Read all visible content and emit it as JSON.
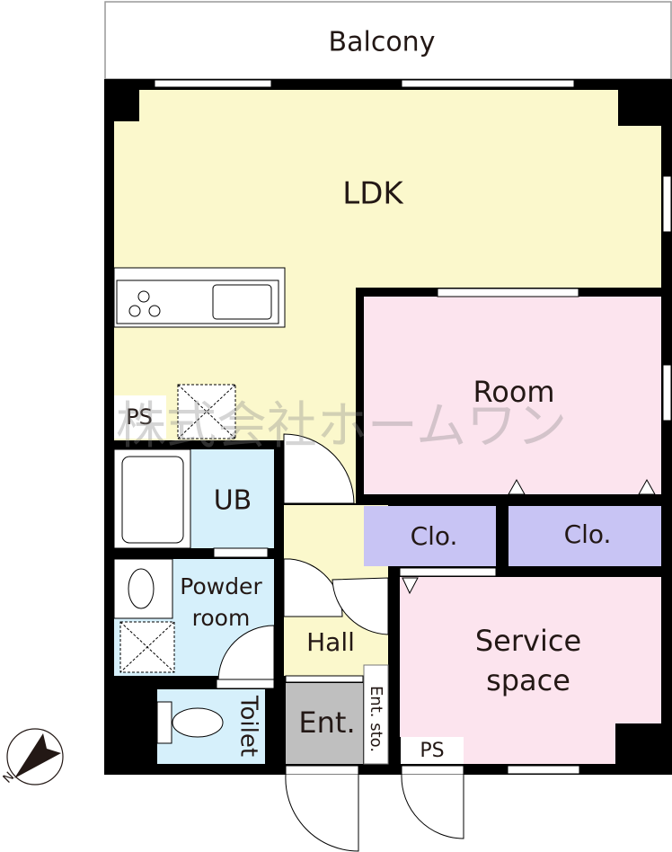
{
  "rooms": {
    "balcony": "Balcony",
    "ldk": "LDK",
    "room": "Room",
    "closet_left": "Clo.",
    "closet_right": "Clo.",
    "ub": "UB",
    "powder_room_line1": "Powder",
    "powder_room_line2": "room",
    "hall": "Hall",
    "entrance": "Ent.",
    "entrance_storage": "Ent. sto.",
    "toilet": "Toilet",
    "service_space_line1": "Service",
    "service_space_line2": "space",
    "ps_upper": "PS",
    "ps_lower": "PS"
  },
  "compass": {
    "north_label": "N"
  },
  "watermark": "株式会社ホームワン",
  "colors": {
    "wall": "#000000",
    "ldk": "#fbf8cc",
    "room": "#fce4ee",
    "closet": "#c8c4f4",
    "wet": "#d6f0fb",
    "entrance": "#bfbfbf"
  }
}
